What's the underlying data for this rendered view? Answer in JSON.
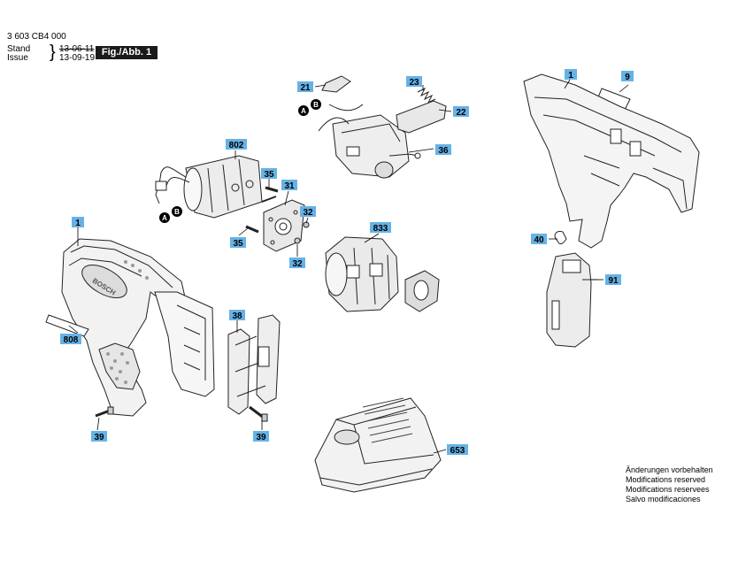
{
  "header": {
    "doc_number": "3 603 CB4 000",
    "stand_label": "Stand",
    "issue_label": "Issue",
    "stand_date": "13-06-11",
    "issue_date": "13-09-19",
    "figure_badge": "Fig./Abb. 1"
  },
  "labels": {
    "p1_left": "1",
    "p1_right": "1",
    "p9": "9",
    "p21": "21",
    "p22": "22",
    "p23": "23",
    "p31": "31",
    "p32_top": "32",
    "p32_bottom": "32",
    "p35_top": "35",
    "p35_bottom": "35",
    "p36": "36",
    "p38": "38",
    "p39_left": "39",
    "p39_right": "39",
    "p40": "40",
    "p91": "91",
    "p653": "653",
    "p802": "802",
    "p808": "808",
    "p833": "833"
  },
  "connectors": {
    "a_top": "A",
    "b_top": "B",
    "a_motor": "A",
    "b_motor": "B"
  },
  "notes": [
    "Änderungen vorbehalten",
    "Modifications reserved",
    "Modifications reservees",
    "Salvo modificaciones"
  ],
  "colors": {
    "label_box": "#66b2e6",
    "badge": "#1a1a1a",
    "line": "#000000"
  }
}
